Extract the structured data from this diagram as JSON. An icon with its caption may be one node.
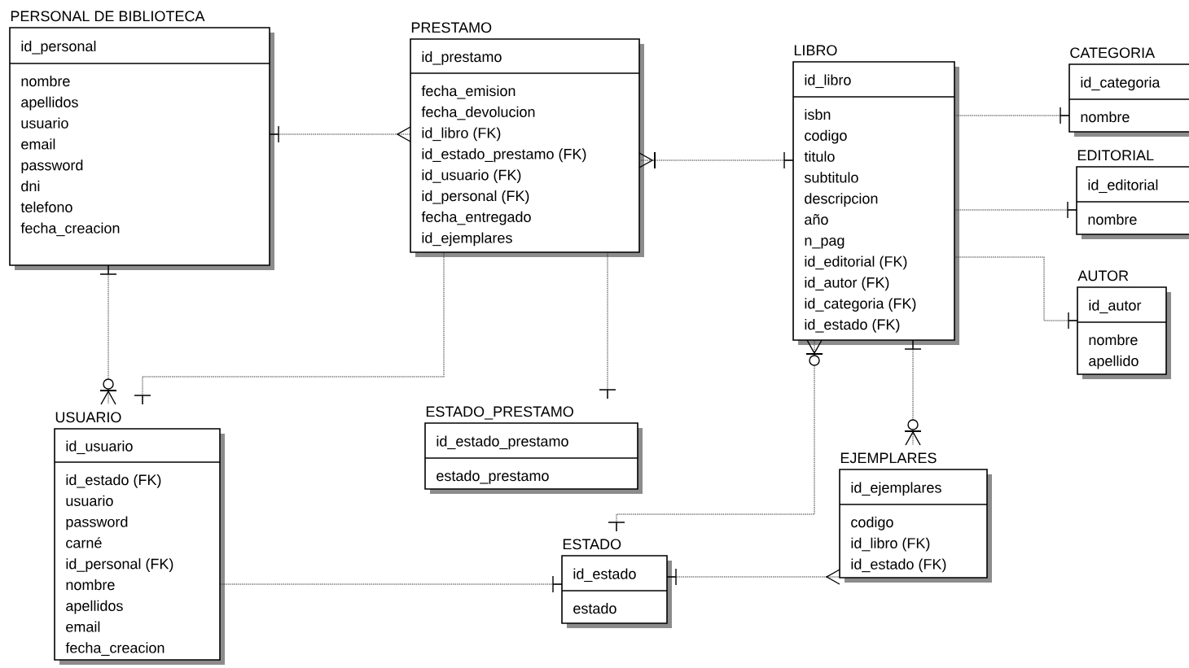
{
  "diagram": {
    "nodes": [
      {
        "text": [
          "PERSONAL DE BIBLIOTECA",
          "id_personal",
          "nombre",
          "apellidos",
          "usuario",
          "email",
          "password",
          "dni",
          "telefono",
          "fecha_creacion"
        ]
      },
      {
        "text": [
          "PRESTAMO",
          "id_prestamo",
          "fecha_emision",
          "fecha_devolucion",
          "id_libro (FK)",
          "id_estado_prestamo (FK)",
          "id_usuario (FK)",
          "id_personal (FK)",
          "fecha_entregado",
          "id_ejemplares"
        ]
      },
      {
        "text": [
          "LIBRO",
          "id_libro",
          "isbn",
          "codigo",
          "titulo",
          "subtitulo",
          "descripcion",
          "año",
          "n_pag",
          "id_editorial (FK)",
          "id_autor (FK)",
          "id_categoria (FK)",
          "id_estado (FK)"
        ]
      },
      {
        "text": [
          "CATEGORIA",
          "id_categoria",
          "nombre"
        ]
      },
      {
        "text": [
          "EDITORIAL",
          "id_editorial",
          "nombre"
        ]
      },
      {
        "text": [
          "AUTOR",
          "id_autor",
          "nombre",
          "apellido"
        ]
      },
      {
        "text": [
          "USUARIO",
          "id_usuario",
          "id_estado (FK)",
          "usuario",
          "password",
          "carné",
          "id_personal (FK)",
          "nombre",
          "apellidos",
          "email",
          "fecha_creacion"
        ]
      },
      {
        "text": [
          "ESTADO_PRESTAMO",
          "id_estado_prestamo",
          "estado_prestamo"
        ]
      },
      {
        "text": [
          "EJEMPLARES",
          "id_ejemplares",
          "codigo",
          "id_libro (FK)",
          "id_estado (FK)"
        ]
      },
      {
        "text": [
          "ESTADO",
          "id_estado",
          "estado"
        ]
      }
    ],
    "edges": [
      {
        "from": 0,
        "to": 1,
        "arrow": "other"
      },
      {
        "from": 2,
        "to": 1,
        "arrow": "other"
      },
      {
        "from": 3,
        "to": 2,
        "arrow": "none"
      },
      {
        "from": 4,
        "to": 2,
        "arrow": "none"
      },
      {
        "from": 5,
        "to": 2,
        "arrow": "none"
      },
      {
        "from": 0,
        "to": 6,
        "arrow": "other"
      },
      {
        "from": 6,
        "to": 1,
        "arrow": "none"
      },
      {
        "from": 7,
        "to": 1,
        "arrow": "none"
      },
      {
        "from": 9,
        "to": 2,
        "arrow": "other"
      },
      {
        "from": 2,
        "to": 8,
        "arrow": "other"
      },
      {
        "from": 9,
        "to": 6,
        "arrow": "none"
      },
      {
        "from": 9,
        "to": 8,
        "arrow": "other"
      }
    ]
  }
}
